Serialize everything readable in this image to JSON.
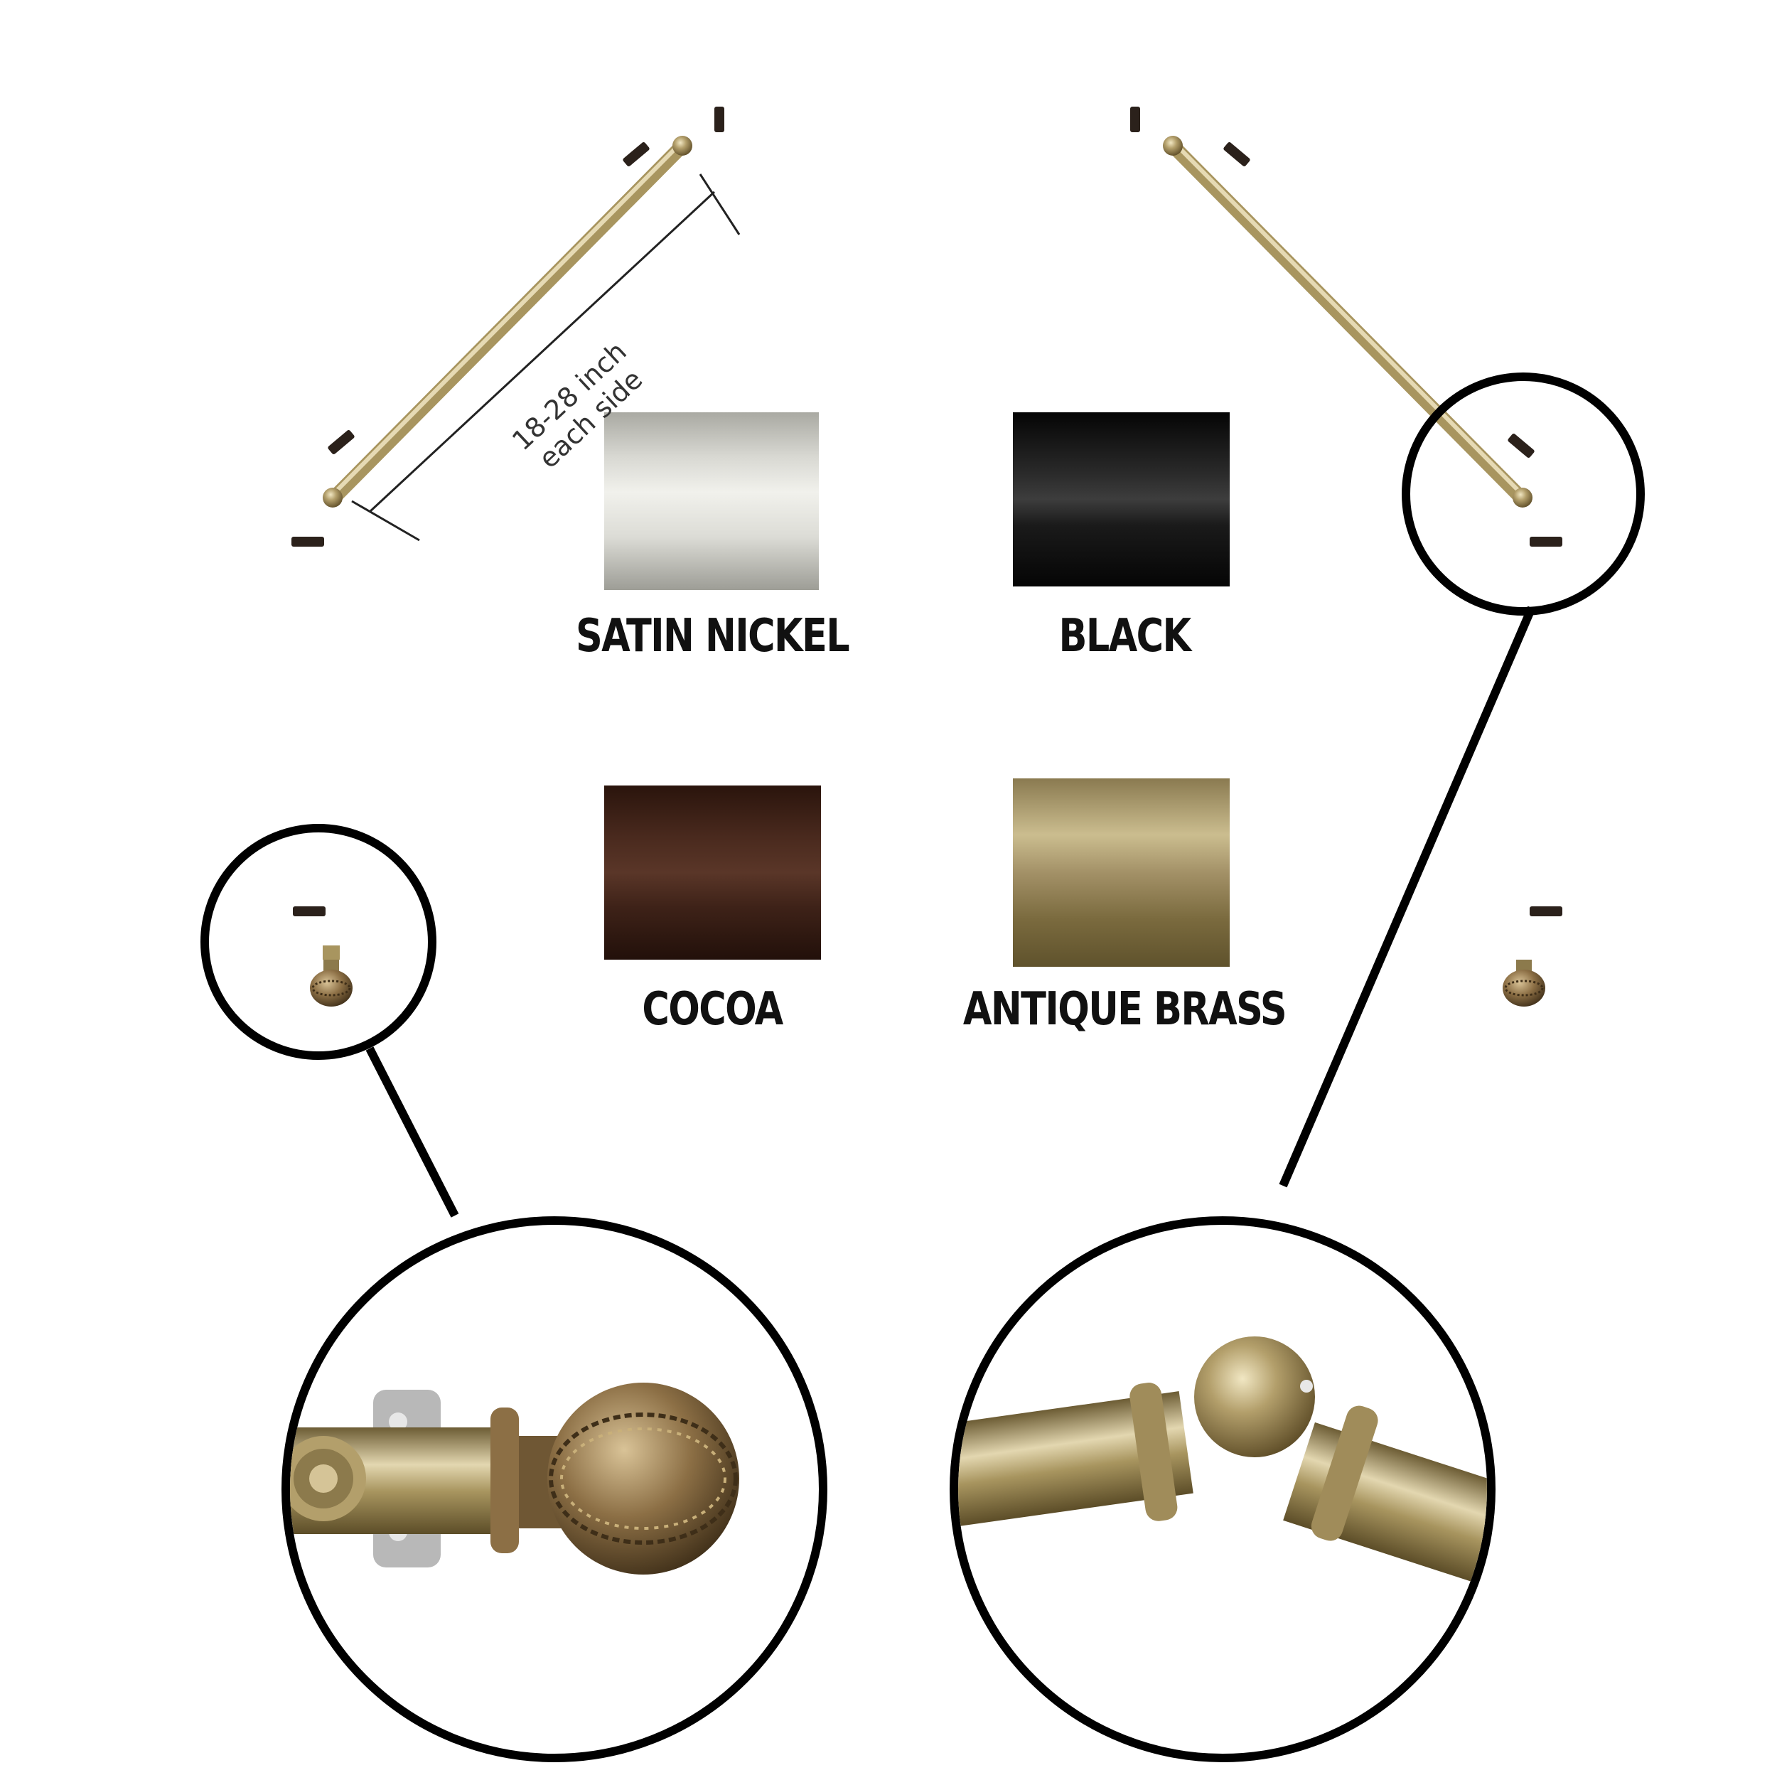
{
  "measurement": {
    "line1": "18-28 inch",
    "line2": "each side"
  },
  "swatches": [
    {
      "label": "SATIN NICKEL",
      "color": "#cfcfc8"
    },
    {
      "label": "BLACK",
      "color": "#151515"
    },
    {
      "label": "COCOA",
      "color": "#3a1f15"
    },
    {
      "label": "ANTIQUE BRASS",
      "color": "#8e7d4c"
    }
  ],
  "colors": {
    "rod": "#a89466",
    "bracket": "#2b211b",
    "outline": "#000000"
  },
  "icons": {
    "finial": "ornate-ball-finial-icon",
    "elbow": "ball-elbow-joint-icon"
  }
}
